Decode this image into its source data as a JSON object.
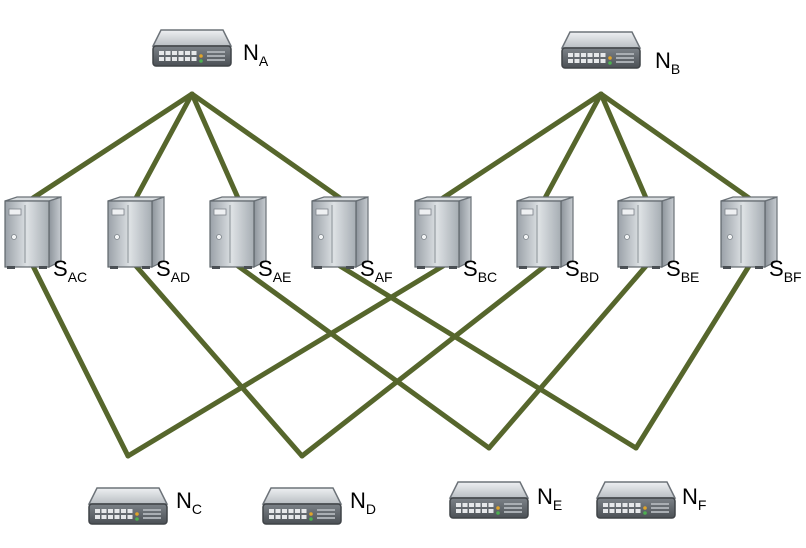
{
  "colors": {
    "link": "#56662c",
    "node_body": "#c9cdd1",
    "server_body": "#b4bac0"
  },
  "icons": {
    "network_node": "network-switch-icon",
    "server": "server-tower-icon"
  },
  "network_nodes": [
    {
      "id": "NA",
      "base": "N",
      "sub": "A"
    },
    {
      "id": "NB",
      "base": "N",
      "sub": "B"
    },
    {
      "id": "NC",
      "base": "N",
      "sub": "C"
    },
    {
      "id": "ND",
      "base": "N",
      "sub": "D"
    },
    {
      "id": "NE",
      "base": "N",
      "sub": "E"
    },
    {
      "id": "NF",
      "base": "N",
      "sub": "F"
    }
  ],
  "servers": [
    {
      "id": "SAC",
      "base": "S",
      "sub": "AC"
    },
    {
      "id": "SAD",
      "base": "S",
      "sub": "AD"
    },
    {
      "id": "SAE",
      "base": "S",
      "sub": "AE"
    },
    {
      "id": "SAF",
      "base": "S",
      "sub": "AF"
    },
    {
      "id": "SBC",
      "base": "S",
      "sub": "BC"
    },
    {
      "id": "SBD",
      "base": "S",
      "sub": "BD"
    },
    {
      "id": "SBE",
      "base": "S",
      "sub": "BE"
    },
    {
      "id": "SBF",
      "base": "S",
      "sub": "BF"
    }
  ],
  "links": [
    [
      "NA",
      "SAC"
    ],
    [
      "NA",
      "SAD"
    ],
    [
      "NA",
      "SAE"
    ],
    [
      "NA",
      "SAF"
    ],
    [
      "NB",
      "SBC"
    ],
    [
      "NB",
      "SBD"
    ],
    [
      "NB",
      "SBE"
    ],
    [
      "NB",
      "SBF"
    ],
    [
      "SAC",
      "NC"
    ],
    [
      "SBC",
      "NC"
    ],
    [
      "SAD",
      "ND"
    ],
    [
      "SBD",
      "ND"
    ],
    [
      "SAE",
      "NE"
    ],
    [
      "SBE",
      "NE"
    ],
    [
      "SAF",
      "NF"
    ],
    [
      "SBF",
      "NF"
    ]
  ]
}
